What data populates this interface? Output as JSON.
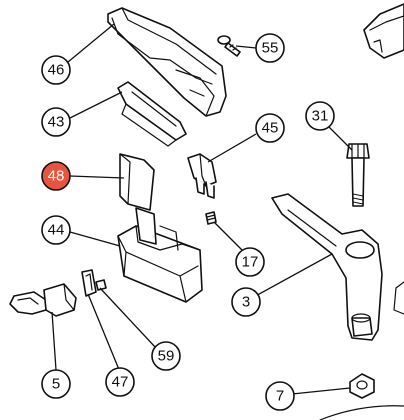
{
  "diagram": {
    "highlight_color": "#e8553f",
    "outline_color": "#111111",
    "highlighted_part": "48",
    "callouts": [
      {
        "id": "c46",
        "label": "46"
      },
      {
        "id": "c55",
        "label": "55"
      },
      {
        "id": "c43",
        "label": "43"
      },
      {
        "id": "c31",
        "label": "31"
      },
      {
        "id": "c45",
        "label": "45"
      },
      {
        "id": "c48",
        "label": "48"
      },
      {
        "id": "c44",
        "label": "44"
      },
      {
        "id": "c17",
        "label": "17"
      },
      {
        "id": "c3",
        "label": "3"
      },
      {
        "id": "c59",
        "label": "59"
      },
      {
        "id": "c5",
        "label": "5"
      },
      {
        "id": "c47",
        "label": "47"
      },
      {
        "id": "c7",
        "label": "7"
      }
    ]
  }
}
